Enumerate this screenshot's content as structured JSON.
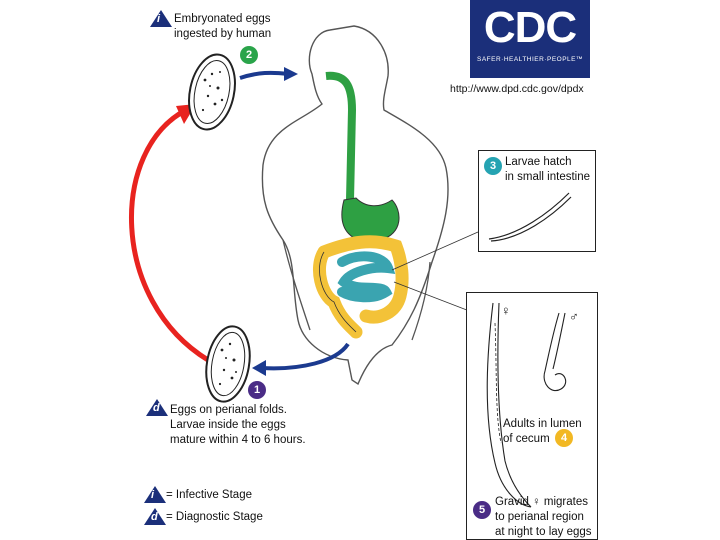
{
  "header": {
    "logo_text": "CDC",
    "logo_tagline": "SAFER·HEALTHIER·PEOPLE™",
    "url": "http://www.dpd.cdc.gov/dpdx"
  },
  "stages": {
    "embryonated": {
      "step": "2",
      "line1": "Embryonated eggs",
      "line2": "ingested by human"
    },
    "larvae": {
      "step": "3",
      "line1": "Larvae hatch",
      "line2": "in small intestine"
    },
    "adults": {
      "step": "4",
      "line1": "Adults in lumen",
      "line2": "of cecum"
    },
    "gravid": {
      "step": "5",
      "line1": "Gravid ♀ migrates",
      "line2": "to perianal region",
      "line3": "at night to lay eggs"
    },
    "perianal": {
      "step": "1",
      "line1": "Eggs on perianal folds.",
      "line2": "Larvae inside the eggs",
      "line3": "mature within 4 to 6 hours."
    }
  },
  "legend": {
    "infective_symbol": "i",
    "infective_label": "= Infective Stage",
    "diagnostic_symbol": "d",
    "diagnostic_label": "= Diagnostic Stage"
  },
  "symbols": {
    "female": "♀",
    "male": "♂"
  },
  "colors": {
    "cdc_blue": "#1b2f7a",
    "cycle_arrow": "#e8231f",
    "flow_arrow": "#1b3a8f",
    "green_step": "#2aa44a",
    "teal_step": "#25a3b2",
    "yellow_step": "#f2b823",
    "purple_step": "#4a2c86",
    "gut_green": "#2ea043",
    "colon_yellow": "#f3c238",
    "intestine_teal": "#3aa4b0"
  }
}
